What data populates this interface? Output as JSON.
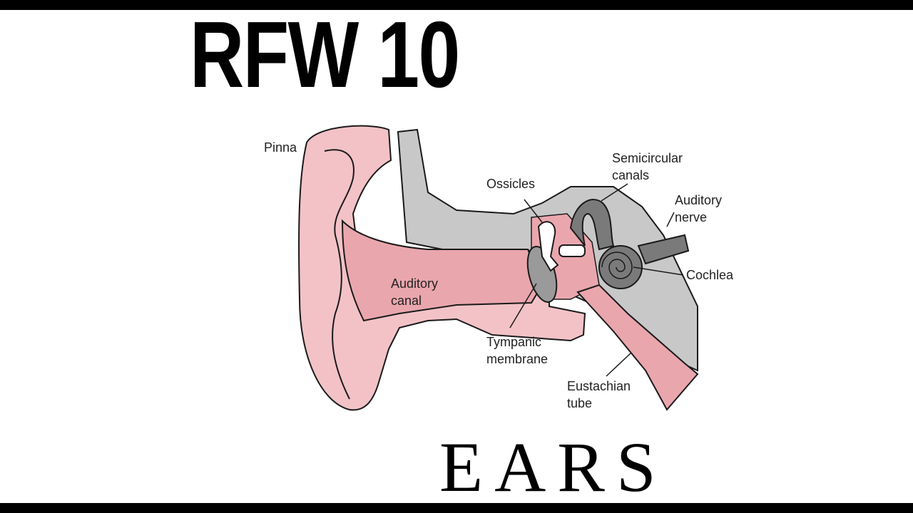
{
  "title": "RFW 10",
  "subtitle": "EARS",
  "diagram": {
    "labels": {
      "pinna": "Pinna",
      "semicircular_1": "Semicircular",
      "semicircular_2": "canals",
      "ossicles": "Ossicles",
      "auditory_nerve_1": "Auditory",
      "auditory_nerve_2": "nerve",
      "auditory_canal_1": "Auditory",
      "auditory_canal_2": "canal",
      "cochlea": "Cochlea",
      "tympanic_1": "Tympanic",
      "tympanic_2": "membrane",
      "eustachian_1": "Eustachian",
      "eustachian_2": "tube"
    },
    "colors": {
      "skin": "#f2c2c6",
      "canal": "#eaa6ad",
      "bone": "#c8c8c8",
      "inner_ear": "#7a7a7a",
      "outline": "#1a1a1a"
    }
  }
}
